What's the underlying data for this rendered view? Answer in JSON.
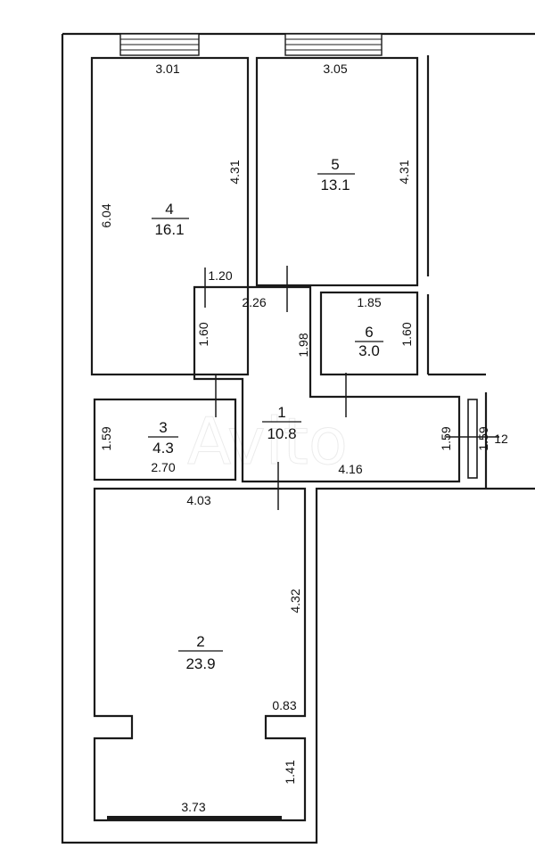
{
  "plan": {
    "rooms": [
      {
        "number": "1",
        "area": "10.8"
      },
      {
        "number": "2",
        "area": "23.9"
      },
      {
        "number": "3",
        "area": "4.3"
      },
      {
        "number": "4",
        "area": "16.1"
      },
      {
        "number": "5",
        "area": "13.1"
      },
      {
        "number": "6",
        "area": "3.0"
      }
    ],
    "dimensions": {
      "r4_top": "3.01",
      "r5_top": "3.05",
      "r4_left": "6.04",
      "r4_right": "4.31",
      "r5_right": "4.31",
      "door_120": "1.20",
      "hall_226": "2.26",
      "r6_top": "1.85",
      "hall_160": "1.60",
      "hall_198": "1.98",
      "r6_right": "1.60",
      "r3_left": "1.59",
      "r3_bottom": "2.70",
      "hall_bottom": "4.16",
      "right_159a": "1.59",
      "right_159b": "1.59",
      "right_12": "12",
      "r2_top": "4.03",
      "r2_right": "4.32",
      "r2_step": "0.83",
      "r2_bottom_right": "1.41",
      "r2_bottom": "3.73"
    },
    "watermark": "Avito"
  }
}
